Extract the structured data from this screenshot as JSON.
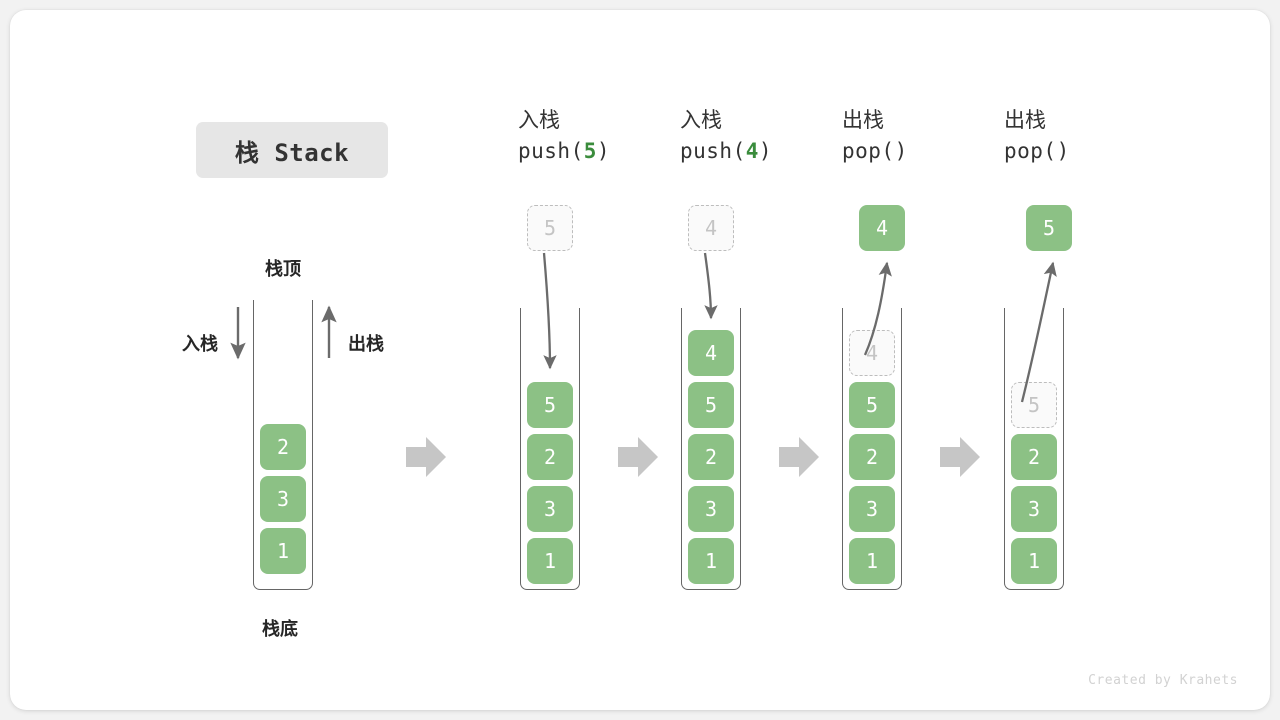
{
  "diagram": {
    "title": "栈 Stack",
    "footer": "Created by Krahets",
    "colors": {
      "cell_fill": "#8cc185",
      "cell_text": "#ffffff",
      "ghost_fill": "#fafafa",
      "ghost_border": "#bdbdbd",
      "ghost_text": "#c4c4c4",
      "arrow_gray": "#6b6b6b",
      "step_arrow": "#c6c6c6",
      "accent_green": "#3a8c3c",
      "title_chip_bg": "#e6e6e6",
      "card_bg": "#ffffff",
      "page_bg": "#f2f2f2"
    },
    "annotations": {
      "top_label": "栈顶",
      "bottom_label": "栈底",
      "push_label": "入栈",
      "pop_label": "出栈"
    },
    "columns": [
      {
        "id": "initial",
        "header_cn": "",
        "header_code": "",
        "code_prefix": "",
        "code_num": "",
        "code_suffix": "",
        "stack": [
          "2",
          "3",
          "1"
        ],
        "ghost_top_inside": null,
        "incoming_ghost": null,
        "outgoing_value": null
      },
      {
        "id": "push-5",
        "header_cn": "入栈",
        "header_code": "push(5)",
        "code_prefix": "push(",
        "code_num": "5",
        "code_suffix": ")",
        "stack": [
          "5",
          "2",
          "3",
          "1"
        ],
        "ghost_top_inside": null,
        "incoming_ghost": "5",
        "outgoing_value": null
      },
      {
        "id": "push-4",
        "header_cn": "入栈",
        "header_code": "push(4)",
        "code_prefix": "push(",
        "code_num": "4",
        "code_suffix": ")",
        "stack": [
          "4",
          "5",
          "2",
          "3",
          "1"
        ],
        "ghost_top_inside": null,
        "incoming_ghost": "4",
        "outgoing_value": null
      },
      {
        "id": "pop-1",
        "header_cn": "出栈",
        "header_code": "pop()",
        "code_prefix": "pop(",
        "code_num": "",
        "code_suffix": ")",
        "stack": [
          "5",
          "2",
          "3",
          "1"
        ],
        "ghost_top_inside": "4",
        "incoming_ghost": null,
        "outgoing_value": "4"
      },
      {
        "id": "pop-2",
        "header_cn": "出栈",
        "header_code": "pop()",
        "code_prefix": "pop(",
        "code_num": "",
        "code_suffix": ")",
        "stack": [
          "2",
          "3",
          "1"
        ],
        "ghost_top_inside": "5",
        "incoming_ghost": null,
        "outgoing_value": "5"
      }
    ]
  }
}
